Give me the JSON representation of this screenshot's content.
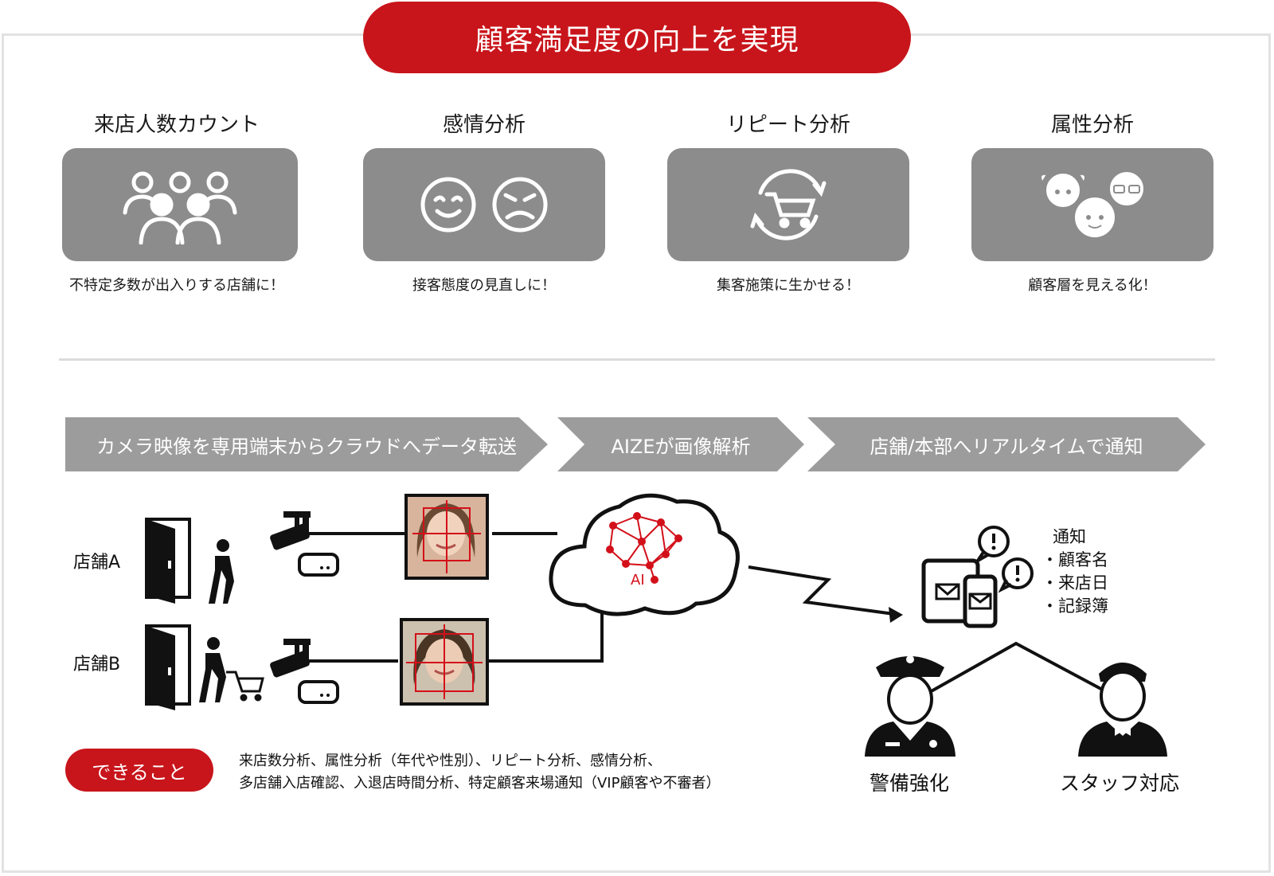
{
  "header": {
    "title": "顧客満足度の向上を実現"
  },
  "features": [
    {
      "title": "来店人数カウント",
      "subtitle": "不特定多数が出入りする店舗に！",
      "icon": "people-group-icon"
    },
    {
      "title": "感情分析",
      "subtitle": "接客態度の見直しに！",
      "icon": "emotion-faces-icon"
    },
    {
      "title": "リピート分析",
      "subtitle": "集客施策に生かせる！",
      "icon": "repeat-cart-icon"
    },
    {
      "title": "属性分析",
      "subtitle": "顧客層を見える化！",
      "icon": "customer-faces-icon"
    }
  ],
  "flow_steps": [
    "カメラ映像を専用端末からクラウドへデータ転送",
    "AIZEが画像解析",
    "店舗/本部へリアルタイムで通知"
  ],
  "stores": [
    "店舗A",
    "店舗B"
  ],
  "ai_label": "AI",
  "notification": {
    "heading": "通知",
    "items": [
      "・顧客名",
      "・来店日",
      "・記録簿"
    ]
  },
  "roles": [
    "警備強化",
    "スタッフ対応"
  ],
  "capabilities": {
    "label": "できること",
    "lines": [
      "来店数分析、属性分析（年代や性別）、リピート分析、感情分析、",
      "多店舗入店確認、入退店時間分析、特定顧客来場通知（VIP顧客や不審者）"
    ]
  },
  "colors": {
    "accent": "#c8151b",
    "gray_box": "#8c8c8c",
    "gray_step": "#9c9c9c"
  }
}
